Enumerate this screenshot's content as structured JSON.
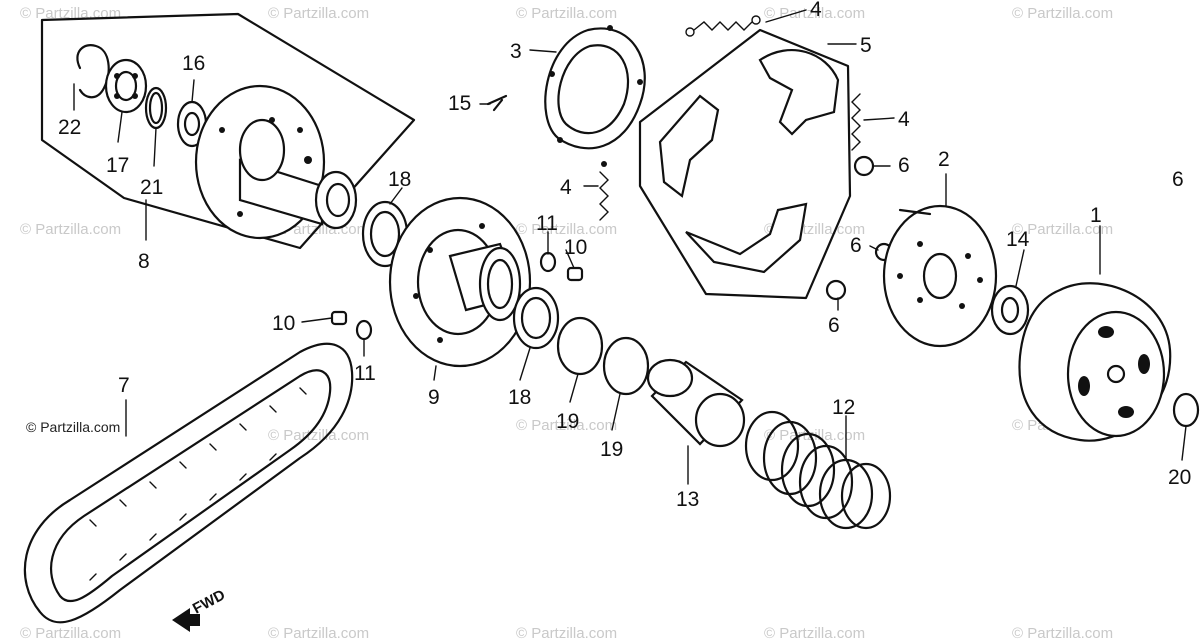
{
  "watermark": "© Partzilla.com",
  "copyright": "© Partzilla.com",
  "direction_label": "FWD",
  "callouts": [
    "1",
    "2",
    "3",
    "4",
    "4",
    "4",
    "5",
    "6",
    "6",
    "6",
    "6",
    "7",
    "8",
    "9",
    "10",
    "10",
    "11",
    "11",
    "12",
    "13",
    "14",
    "15",
    "16",
    "17",
    "18",
    "18",
    "19",
    "19",
    "20",
    "21",
    "22"
  ]
}
